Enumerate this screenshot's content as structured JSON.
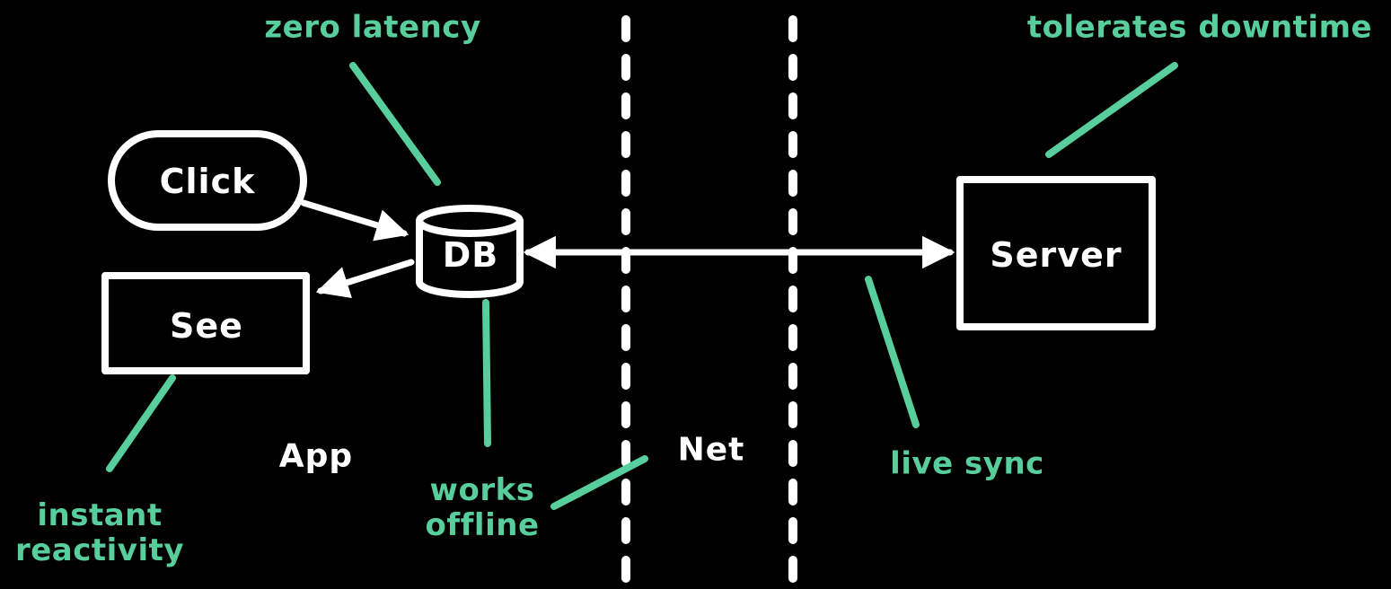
{
  "canvas": {
    "background_color": "#000000",
    "shape_stroke_color": "#ffffff",
    "annotation_color": "#57ce9c"
  },
  "nodes": {
    "click": {
      "label": "Click",
      "shape": "rounded-pill"
    },
    "see": {
      "label": "See",
      "shape": "rectangle"
    },
    "db": {
      "label": "DB",
      "shape": "database-cylinder"
    },
    "server": {
      "label": "Server",
      "shape": "rectangle"
    }
  },
  "zones": {
    "app": {
      "label": "App"
    },
    "net": {
      "label": "Net"
    }
  },
  "annotations": {
    "zero_latency": {
      "label": "zero latency",
      "points_to": "db"
    },
    "tolerates_downtime": {
      "label": "tolerates downtime",
      "points_to": "server"
    },
    "instant_reactivity": {
      "label": "instant reactivity",
      "points_to": "see"
    },
    "works_offline": {
      "label": "works offline",
      "points_to": "db"
    },
    "live_sync": {
      "label": "live sync",
      "points_to": "db-server-arrow"
    }
  },
  "edges": {
    "click_to_db": {
      "from": "click",
      "to": "db",
      "direction": "one-way"
    },
    "db_to_see": {
      "from": "db",
      "to": "see",
      "direction": "one-way"
    },
    "db_server_sync": {
      "from": "db",
      "to": "server",
      "direction": "two-way"
    }
  }
}
